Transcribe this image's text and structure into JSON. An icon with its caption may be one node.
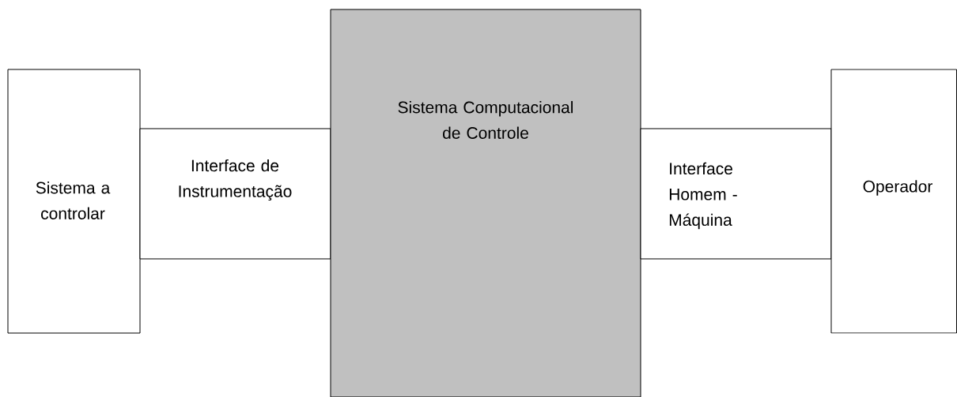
{
  "diagram": {
    "nodes": [
      {
        "text": [
          "Sistema a controlar"
        ]
      },
      {
        "text": [
          "Interface de Instrumentação"
        ]
      },
      {
        "text": [
          "Sistema Computacional de Controle"
        ]
      },
      {
        "text": [
          "Interface Homem - Máquina"
        ]
      },
      {
        "text": [
          "Operador"
        ]
      }
    ]
  }
}
